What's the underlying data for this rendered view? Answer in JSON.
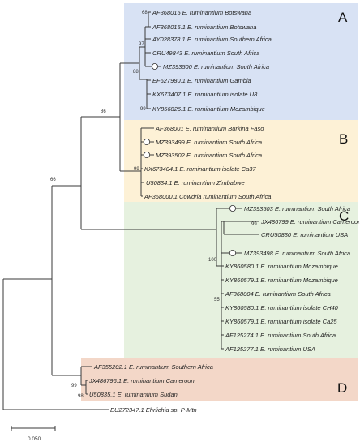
{
  "colors": {
    "clade_A": "#d8e2f4",
    "clade_B": "#fdf1d6",
    "clade_C": "#e6f1df",
    "clade_D": "#f3d7c8"
  },
  "clades": {
    "A": "A",
    "B": "B",
    "C": "C",
    "D": "D"
  },
  "taxa": [
    {
      "label": "AF368015 E. ruminantium Botswana",
      "marker": false
    },
    {
      "label": "AF368015.1 E. ruminantium  Botswana",
      "marker": false
    },
    {
      "label": "AY028378.1 E. ruminantium Southern Africa",
      "marker": false
    },
    {
      "label": "CRU49843 E. ruminantium South Africa",
      "marker": false
    },
    {
      "label": "MZ393500 E. ruminantium South Africa",
      "marker": true
    },
    {
      "label": "EF627980.1 E. ruminantium Gambia",
      "marker": false
    },
    {
      "label": "KX673407.1 E. ruminantium isolate U8",
      "marker": false
    },
    {
      "label": "KY856826.1 E. ruminantium Mozambique",
      "marker": false
    },
    {
      "label": "AF368001 E. ruminantium Burkina Faso",
      "marker": false
    },
    {
      "label": "MZ393499 E. ruminantium South Africa",
      "marker": true
    },
    {
      "label": "MZ393502 E. ruminantium South Africa",
      "marker": true
    },
    {
      "label": "KX673404.1 E. ruminantium isolate Ca37",
      "marker": false
    },
    {
      "label": "U50834.1 E. ruminantium Zimbabwe",
      "marker": false
    },
    {
      "label": "AF368000.1 Cowdria ruminantium South Africa",
      "marker": false
    },
    {
      "label": "MZ393503 E. ruminantium South Africa",
      "marker": true
    },
    {
      "label": "JX486799 E. ruminantium Cameroon",
      "marker": false
    },
    {
      "label": "CRU50830 E. ruminantium USA",
      "marker": false
    },
    {
      "label": "MZ393498 E. ruminantium South Africa",
      "marker": true
    },
    {
      "label": "KY860580.1 E. ruminantium Mozambique",
      "marker": false
    },
    {
      "label": "KY860579.1 E. ruminantium Mozambique",
      "marker": false
    },
    {
      "label": "AF368004 E. ruminantium South Africa",
      "marker": false
    },
    {
      "label": "KY860580.1 E. ruminantium isolate CH40",
      "marker": false
    },
    {
      "label": "KY860579.1 E. ruminantium isolate Ca25",
      "marker": false
    },
    {
      "label": "AF125274.1 E. ruminantium South Africa",
      "marker": false
    },
    {
      "label": "AF125277.1 E. ruminantium USA",
      "marker": false
    },
    {
      "label": "AF355202.1 E. ruminantium Southern Africa",
      "marker": false
    },
    {
      "label": "JX486796.1 E. ruminantium Cameroon",
      "marker": false
    },
    {
      "label": "U50835.1 E. ruminantium Sudan",
      "marker": false
    },
    {
      "label": "EU272347.1 Ehrlichia sp. P-Mtn",
      "marker": false
    }
  ],
  "support_values": {
    "s68": "68",
    "s97": "97",
    "s88": "88",
    "s99a": "99",
    "s86": "86",
    "s99b": "99",
    "s66": "66",
    "s99c": "99",
    "s100": "100",
    "s55": "55",
    "s99d": "99",
    "s98": "98"
  },
  "scale_bar": {
    "label": "0.050"
  }
}
